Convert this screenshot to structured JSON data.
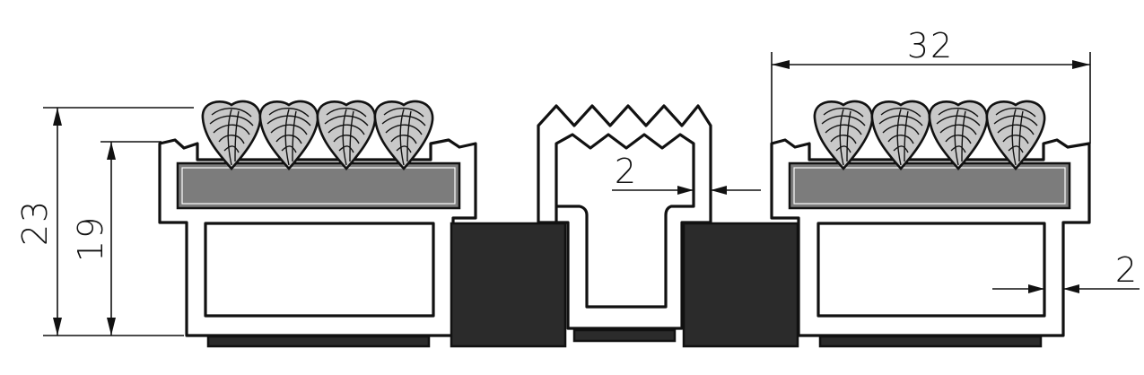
{
  "dimensions": {
    "total_height": "23",
    "profile_height": "19",
    "profile_width": "32",
    "wall_thickness_center": "2",
    "wall_thickness_right": "2"
  },
  "colors": {
    "outline": "#111111",
    "insert": "#7c7c7c",
    "rubber": "#2b2b2b",
    "brush": "#c9c9c9"
  }
}
